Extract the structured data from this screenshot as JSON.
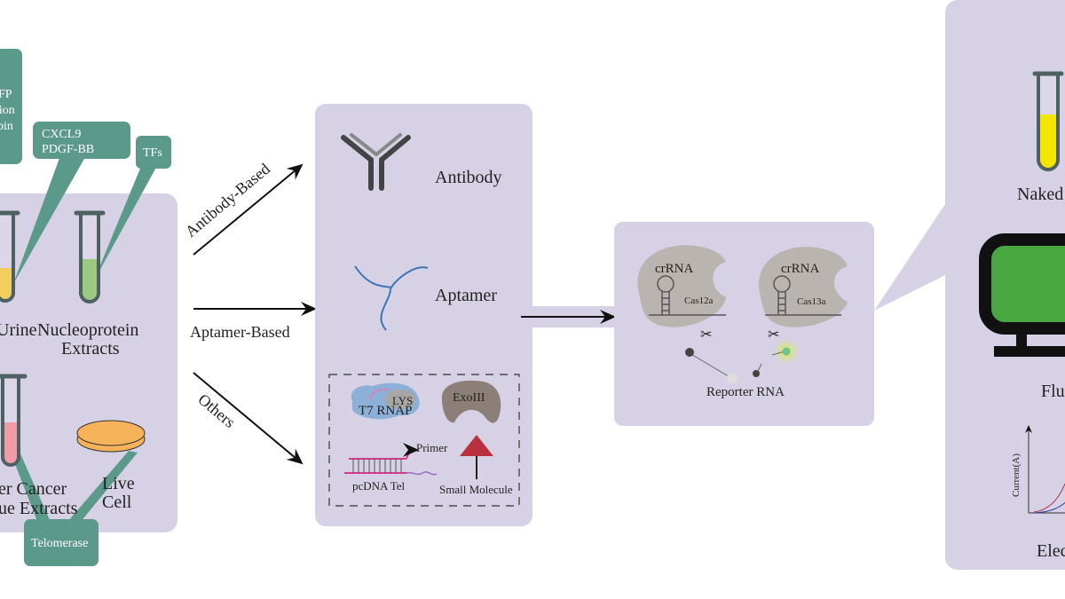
{
  "colors": {
    "panel": "#d6d1e4",
    "callout": "#5b9a8b",
    "urine": "#f2cf5c",
    "nucleoprotein": "#9cc97f",
    "tissue": "#f29aa8",
    "petri": "#f6b35a",
    "cas": "#b9b4b0",
    "exo": "#8c7f78",
    "monitor_screen": "#4aa843",
    "naked_tube": "#f5e600",
    "triangle": "#b8313d"
  },
  "sources": {
    "callouts": {
      "top_left": [
        "FP",
        "tion",
        "bin"
      ],
      "cxcl9": [
        "CXCL9",
        "PDGF-BB"
      ],
      "tfs": "TFs",
      "telomerase": "Telomerase"
    },
    "urine": "Urine",
    "nucleoprotein": [
      "Nucleoprotein",
      "Extracts"
    ],
    "tissue": [
      "er Cancer",
      "ue Extracts"
    ],
    "live_cell": [
      "Live",
      "Cell"
    ]
  },
  "arrows": {
    "antibody_based": "Antibody-Based",
    "aptamer_based": "Aptamer-Based",
    "others": "Others"
  },
  "recognition": {
    "antibody": "Antibody",
    "aptamer": "Aptamer",
    "others": {
      "lys": "LYS",
      "t7": "T7 RNAP",
      "exo": "ExoIII",
      "primer": "Primer",
      "pcdna": "pcDNA Tel",
      "small_molecule": "Small Molecule"
    }
  },
  "crispr": {
    "crrna_1": "crRNA",
    "cas12a": "Cas12a",
    "crrna_2": "crRNA",
    "cas13a": "Cas13a",
    "reporter": "Reporter RNA"
  },
  "readout": {
    "naked": "Naked",
    "fluorescence": "Flu",
    "current_axis": "Current(A)",
    "electro": "Elec"
  }
}
